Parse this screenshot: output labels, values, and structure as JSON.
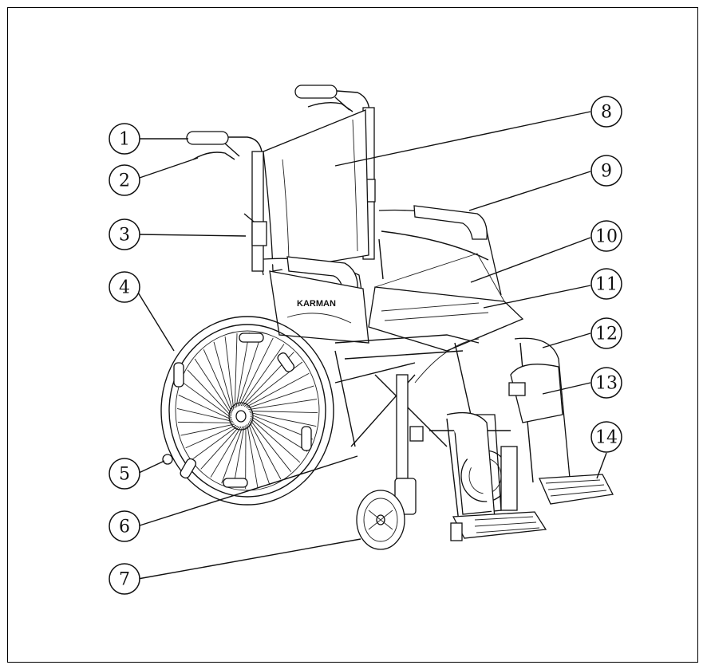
{
  "diagram": {
    "logo_text": "KARMAN",
    "callouts": [
      {
        "id": 1,
        "label": "1"
      },
      {
        "id": 2,
        "label": "2"
      },
      {
        "id": 3,
        "label": "3"
      },
      {
        "id": 4,
        "label": "4"
      },
      {
        "id": 5,
        "label": "5"
      },
      {
        "id": 6,
        "label": "6"
      },
      {
        "id": 7,
        "label": "7"
      },
      {
        "id": 8,
        "label": "8"
      },
      {
        "id": 9,
        "label": "9"
      },
      {
        "id": 10,
        "label": "10"
      },
      {
        "id": 11,
        "label": "11"
      },
      {
        "id": 12,
        "label": "12"
      },
      {
        "id": 13,
        "label": "13"
      },
      {
        "id": 14,
        "label": "14"
      }
    ]
  }
}
